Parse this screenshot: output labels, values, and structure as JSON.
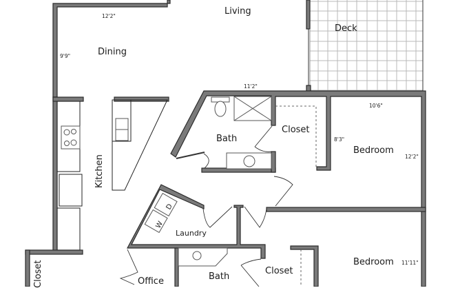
{
  "floor_plan": {
    "rooms": [
      {
        "id": "living",
        "label": "Living"
      },
      {
        "id": "deck",
        "label": "Deck"
      },
      {
        "id": "dining",
        "label": "Dining"
      },
      {
        "id": "kitchen",
        "label": "Kitchen"
      },
      {
        "id": "bath1",
        "label": "Bath"
      },
      {
        "id": "closet1",
        "label": "Closet"
      },
      {
        "id": "bedroom1",
        "label": "Bedroom"
      },
      {
        "id": "laundry",
        "label": "Laundry"
      },
      {
        "id": "office",
        "label": "Office"
      },
      {
        "id": "bath2",
        "label": "Bath"
      },
      {
        "id": "closet2",
        "label": "Closet"
      },
      {
        "id": "bedroom2",
        "label": "Bedroom"
      },
      {
        "id": "closet3",
        "label": "Closet"
      }
    ],
    "dimensions": {
      "dining_width": "12'2\"",
      "dining_depth": "9'9\"",
      "living_width": "11'2\"",
      "bedroom1_width": "10'6\"",
      "bedroom1_closet": "8'3\"",
      "bedroom1_depth": "12'2\"",
      "bedroom2_depth": "11'11\""
    },
    "appliances": {
      "washer": "W",
      "dryer": "D"
    },
    "colors": {
      "wall_fill": "#7a7a7a",
      "wall_stroke": "#2b2b2b",
      "deck_grid": "#b8b8b8",
      "background": "#ffffff"
    }
  }
}
